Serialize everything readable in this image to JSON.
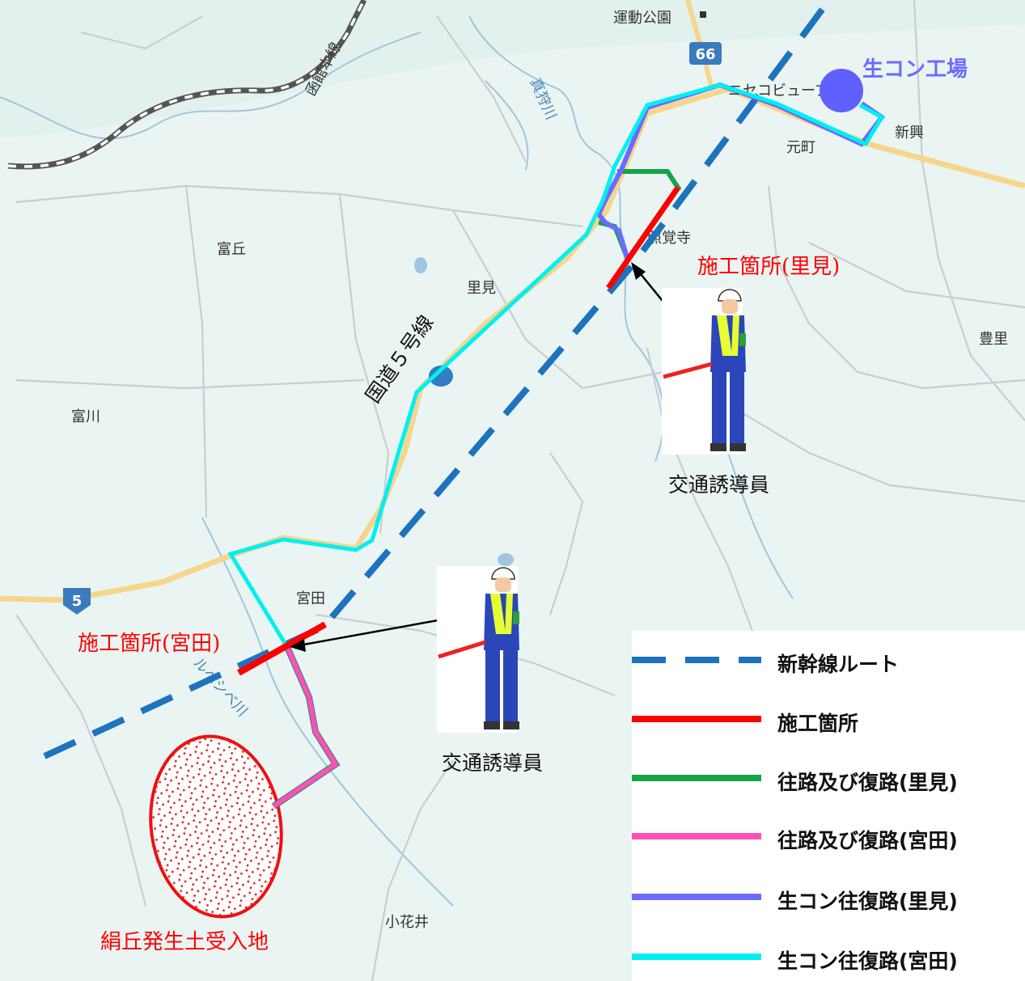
{
  "map": {
    "place_labels": {
      "undo_koen": "運動公園",
      "hakodate_line": "函館本線",
      "makkari_river": "真狩川",
      "niseko_plaza": "ニセコビュープラザ",
      "motomachi": "元町",
      "shinko": "新興",
      "shokakuji": "照覚寺",
      "tomioka": "富丘",
      "satomi": "里見",
      "toyosato": "豊里",
      "tomikawa": "富川",
      "miyata": "宮田",
      "rupeshipe_river": "ルベシベ川",
      "kohanai": "小花井",
      "route5_label": "国道５号線"
    },
    "road_shields": {
      "route66": "66",
      "route5": "5"
    },
    "annotations": {
      "concrete_plant": "生コン工場",
      "site_satomi": "施工箇所(里見)",
      "site_miyata": "施工箇所(宮田)",
      "disposal_site": "絹丘発生土受入地",
      "guide_satomi": "交通誘導員",
      "guide_miyata": "交通誘導員"
    }
  },
  "legend": {
    "items": [
      {
        "label": "新幹線ルート",
        "color": "#1e73be",
        "style": "dashed"
      },
      {
        "label": "施工箇所",
        "color": "#ff0000",
        "style": "solid"
      },
      {
        "label": "往路及び復路(里見)",
        "color": "#16a34a",
        "style": "solid"
      },
      {
        "label": "往路及び復路(宮田)",
        "color": "#ff4fb8",
        "style": "solid"
      },
      {
        "label": "生コン往復路(里見)",
        "color": "#6b6bff",
        "style": "solid"
      },
      {
        "label": "生コン往復路(宮田)",
        "color": "#00f0f0",
        "style": "solid"
      }
    ]
  },
  "colors": {
    "shinkansen": "#1e73be",
    "construction": "#ff0000",
    "satomi_route": "#16a34a",
    "miyata_route": "#ff4fb8",
    "concrete_satomi": "#6b6bff",
    "concrete_miyata": "#00f0f0",
    "plant_marker": "#6060ff"
  }
}
